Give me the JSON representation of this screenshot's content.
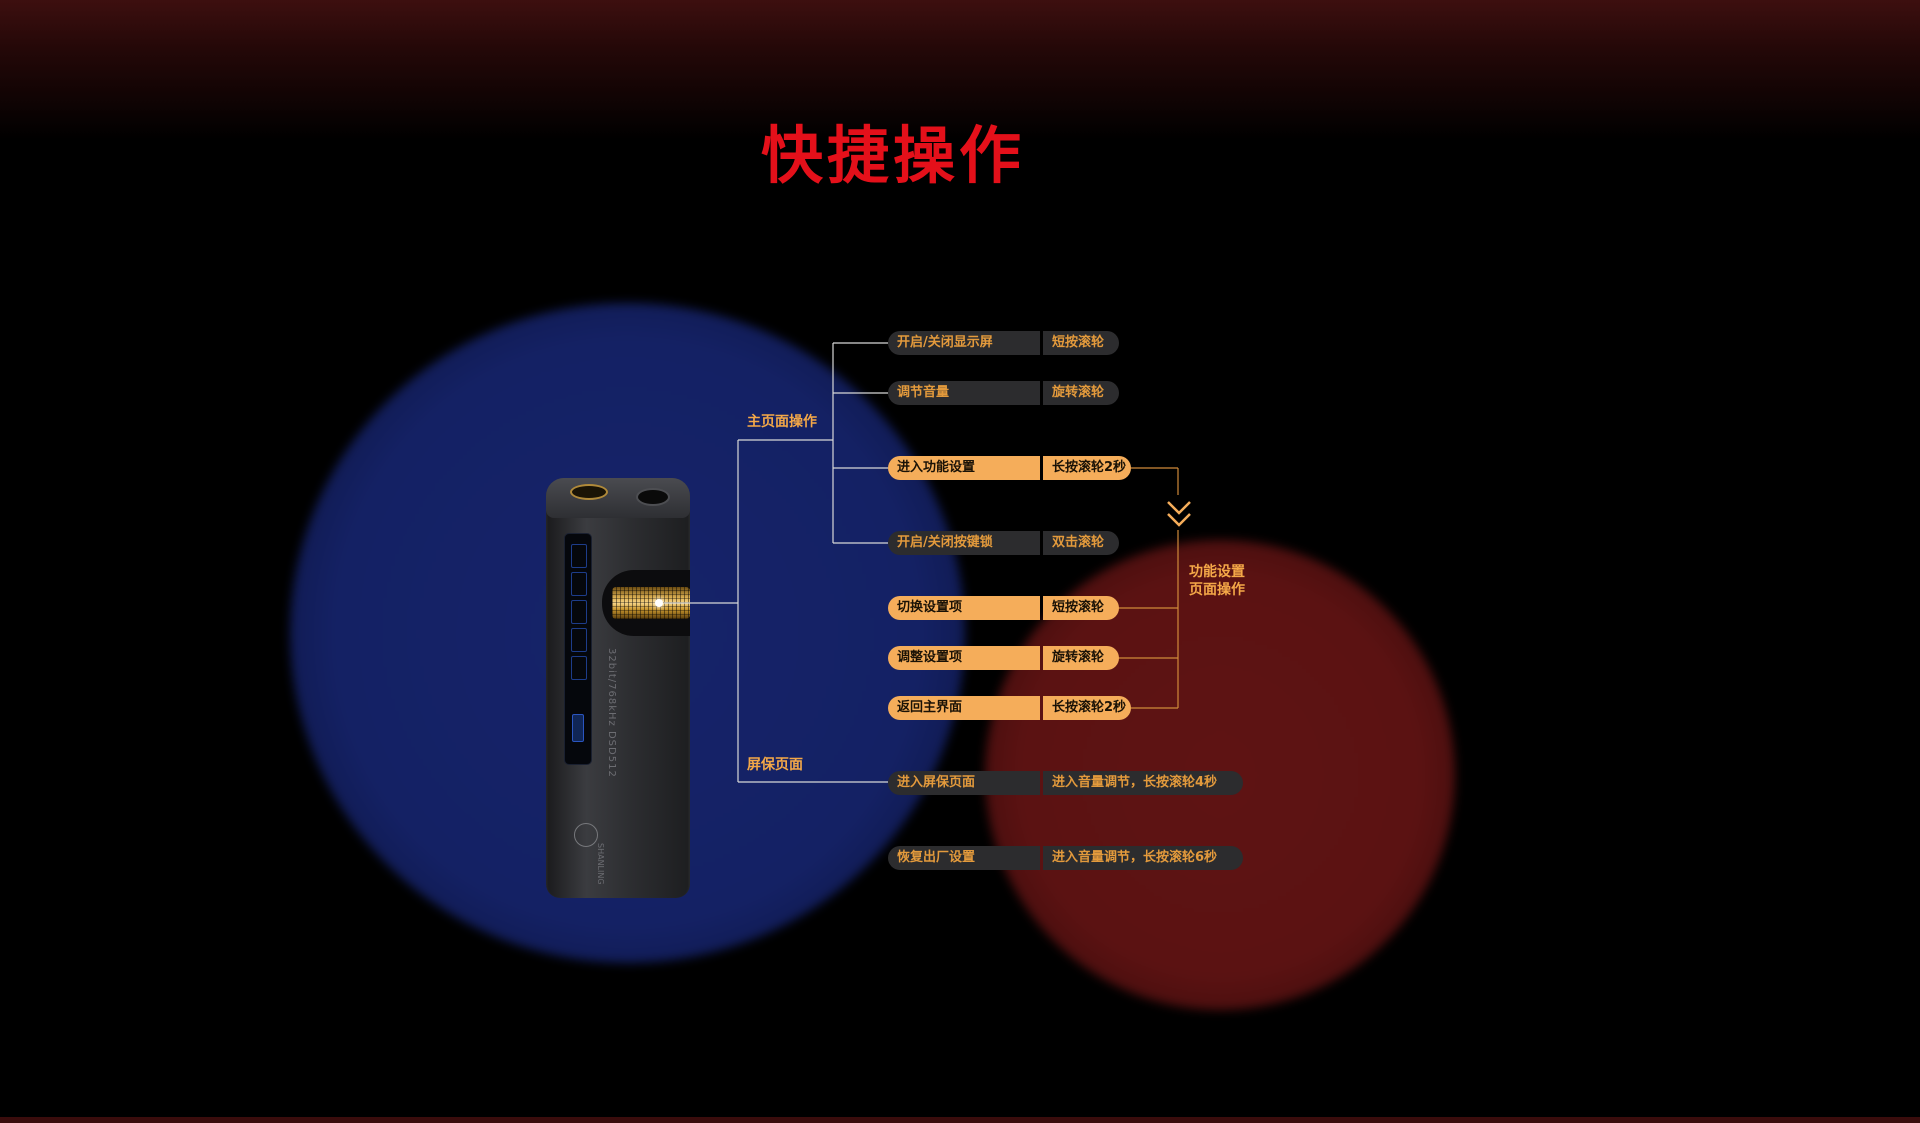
{
  "title": "快捷操作",
  "device": {
    "screen_print": "32bit/768kHz DSD512",
    "logo_text": "SHANLING"
  },
  "groups": {
    "main": "主页面操作",
    "settings": "功能设置 页面操作",
    "screensaver": "屏保页面"
  },
  "operations": [
    {
      "action": "开启/关闭显示屏",
      "method": "短按滚轮",
      "style": "grey"
    },
    {
      "action": "调节音量",
      "method": "旋转滚轮",
      "style": "grey"
    },
    {
      "action": "进入功能设置",
      "method": "长按滚轮2秒",
      "style": "orange"
    },
    {
      "action": "开启/关闭按键锁",
      "method": "双击滚轮",
      "style": "grey"
    },
    {
      "action": "切换设置项",
      "method": "短按滚轮",
      "style": "orange"
    },
    {
      "action": "调整设置项",
      "method": "旋转滚轮",
      "style": "orange"
    },
    {
      "action": "返回主界面",
      "method": "长按滚轮2秒",
      "style": "orange"
    },
    {
      "action": "进入屏保页面",
      "method": "进入音量调节，长按滚轮4秒",
      "style": "grey"
    },
    {
      "action": "恢复出厂设置",
      "method": "进入音量调节，长按滚轮6秒",
      "style": "grey"
    }
  ],
  "colors": {
    "title": "#e4101a",
    "accent_orange": "#f5ad5a",
    "label_orange": "#f4a848",
    "grey_pill": "#2c2c2e",
    "connector_line": "#d8d8d8",
    "settings_line": "#d08a3a",
    "blue_circle": "#142164",
    "red_circle": "#5b1212"
  },
  "icons": {
    "settings_flow": "double-chevron-down-icon"
  }
}
